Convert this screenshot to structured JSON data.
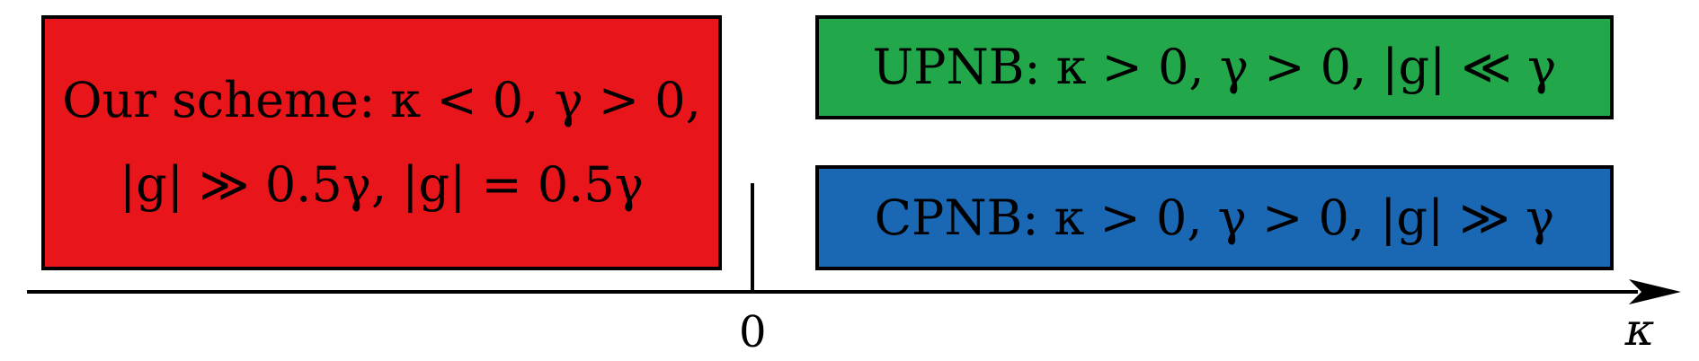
{
  "colors": {
    "red_box": "#e8161b",
    "green_box": "#22a84b",
    "blue_box": "#1a68b4",
    "stroke": "#000000"
  },
  "boxes": {
    "red": {
      "line1": "Our scheme: κ < 0,  γ > 0,",
      "line2": "|g| ≫ 0.5γ, |g| = 0.5γ"
    },
    "green": {
      "text": "UPNB: κ > 0, γ > 0, |g| ≪ γ"
    },
    "blue": {
      "text": "CPNB: κ > 0, γ > 0, |g| ≫ γ"
    }
  },
  "axis": {
    "zero_label": "0",
    "variable_label": "κ"
  }
}
